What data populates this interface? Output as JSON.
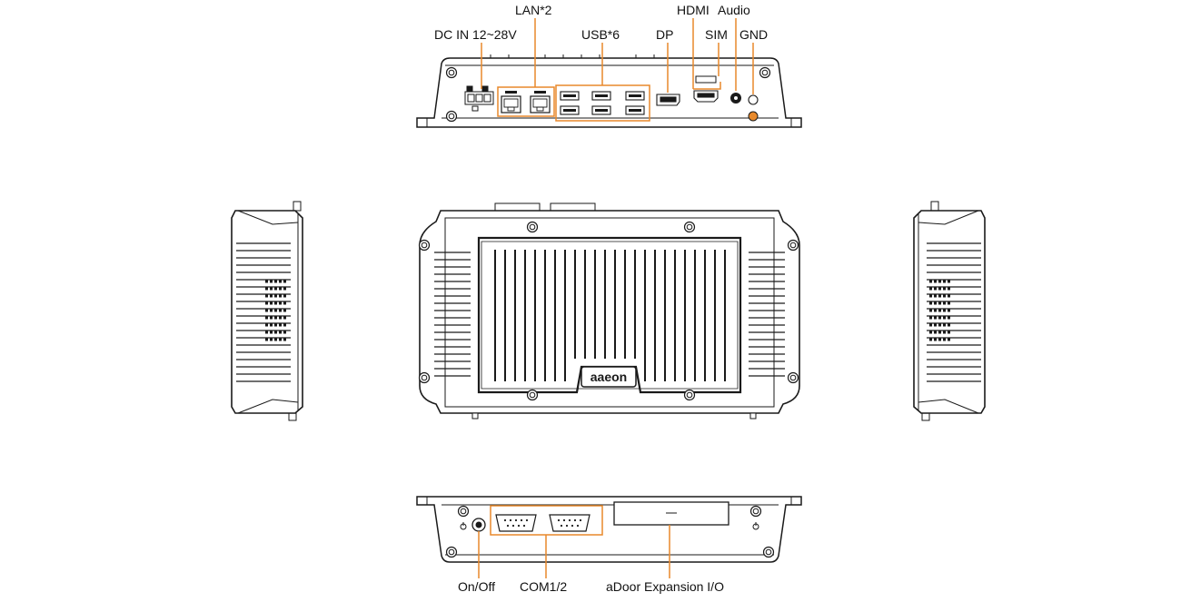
{
  "colors": {
    "callout": "#E8892B",
    "stroke": "#1a1a1a",
    "fill": "#ffffff"
  },
  "top_panel": {
    "labels": {
      "lan": "LAN*2",
      "hdmi": "HDMI",
      "audio": "Audio",
      "dc_in": "DC IN 12~28V",
      "usb": "USB*6",
      "dp": "DP",
      "sim": "SIM",
      "gnd": "GND"
    }
  },
  "bottom_panel": {
    "labels": {
      "on_off": "On/Off",
      "com": "COM1/2",
      "adoor": "aDoor Expansion I/O"
    }
  },
  "logo_text": "aaeon"
}
